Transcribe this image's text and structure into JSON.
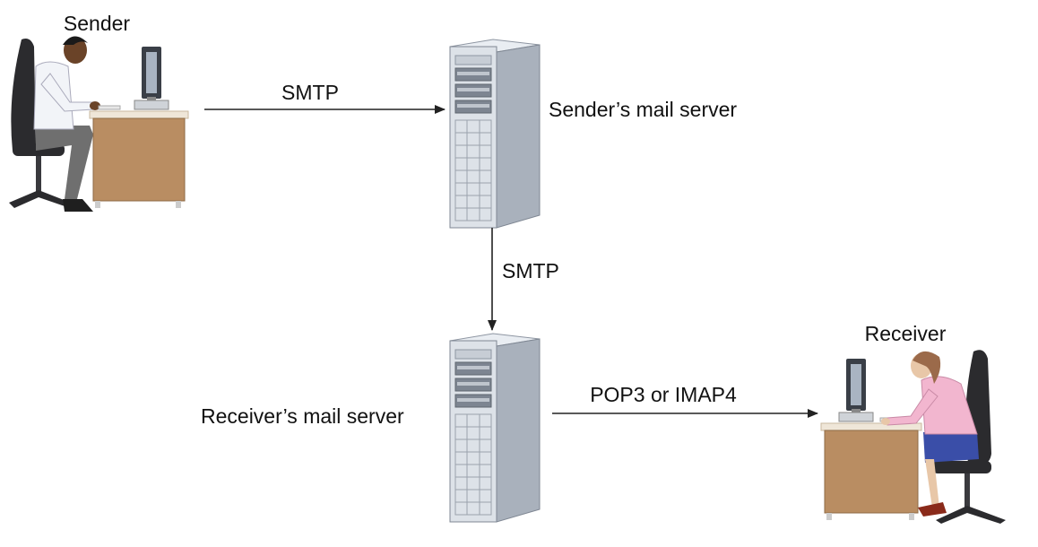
{
  "actors": {
    "sender": {
      "label": "Sender"
    },
    "receiver": {
      "label": "Receiver"
    }
  },
  "servers": {
    "sender_server": {
      "label": "Sender’s mail server"
    },
    "receiver_server": {
      "label": "Receiver’s mail server"
    }
  },
  "arrows": {
    "sender_to_server": {
      "protocol": "SMTP"
    },
    "server_to_server": {
      "protocol": "SMTP"
    },
    "server_to_receiver": {
      "protocol": "POP3 or IMAP4"
    }
  },
  "colors": {
    "desk": "#b98d62",
    "server_front": "#d6dbe2",
    "server_side": "#9aa3af",
    "arrow": "#222222",
    "sender_shirt": "#f2f4f8",
    "receiver_shirt": "#f2b6cf",
    "receiver_skirt": "#3a4ea8"
  }
}
